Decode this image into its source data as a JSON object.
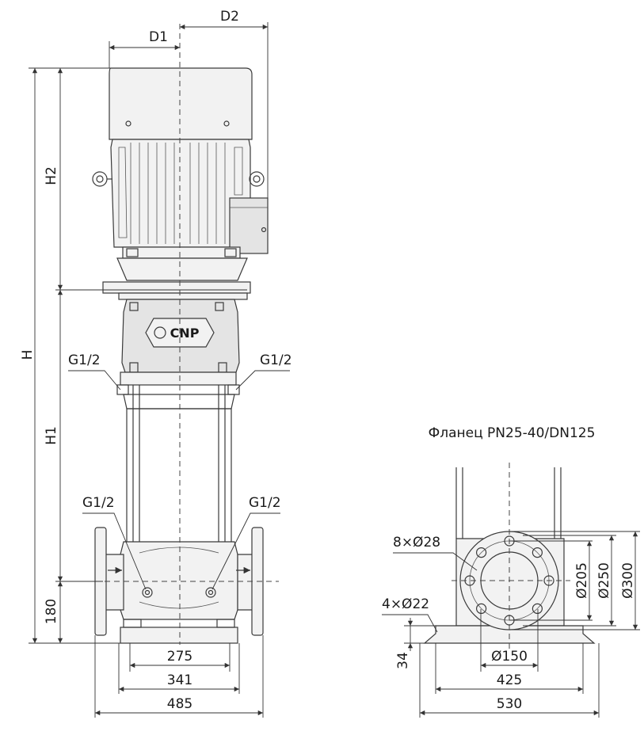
{
  "labels": {
    "d1": "D1",
    "d2": "D2",
    "h": "H",
    "h1": "H1",
    "h2": "H2",
    "h180": "180",
    "g_top_left": "G1/2",
    "g_top_right": "G1/2",
    "g_bottom_left": "G1/2",
    "g_bottom_right": "G1/2",
    "w275": "275",
    "w341": "341",
    "w485": "485",
    "logo": "CNP"
  },
  "flange": {
    "title": "Фланец PN25-40/DN125",
    "holes": "8×Ø28",
    "anchor_holes": "4×Ø22",
    "d205": "Ø205",
    "d250": "Ø250",
    "d300": "Ø300",
    "d150": "Ø150",
    "h34": "34",
    "w425": "425",
    "w530": "530"
  },
  "colors": {
    "line": "#3a3a3a",
    "fill": "#f2f2f2"
  }
}
